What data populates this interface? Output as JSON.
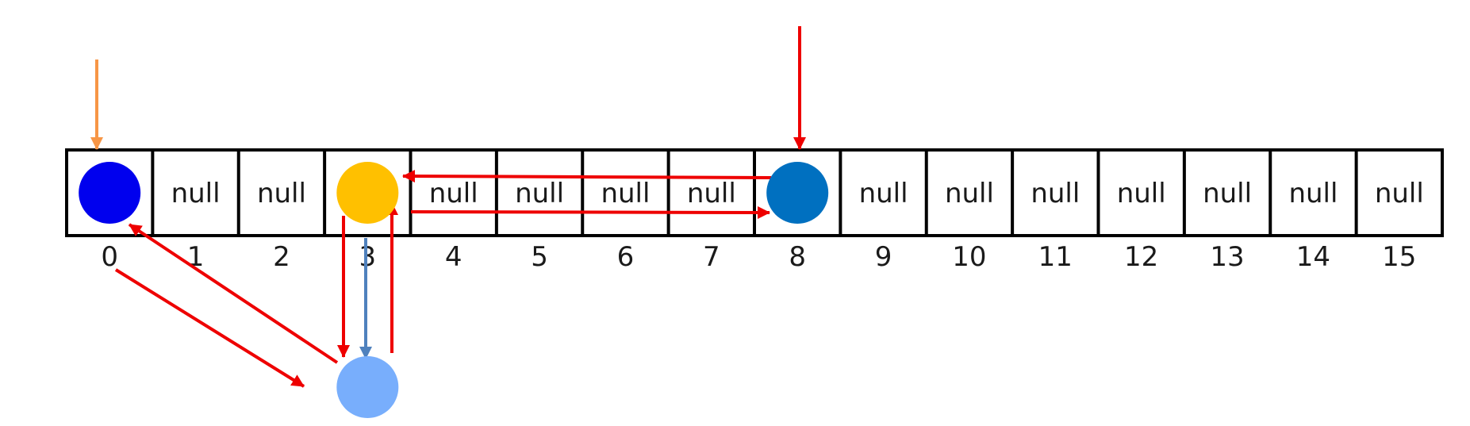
{
  "array": {
    "cells": [
      "",
      "null",
      "null",
      "",
      "null",
      "null",
      "null",
      "null",
      "",
      "null",
      "null",
      "null",
      "null",
      "null",
      "null",
      "null"
    ],
    "indices": [
      "0",
      "1",
      "2",
      "3",
      "4",
      "5",
      "6",
      "7",
      "8",
      "9",
      "10",
      "11",
      "12",
      "13",
      "14",
      "15"
    ]
  },
  "nodes": [
    {
      "name": "node-at-index-0",
      "index": 0,
      "color": "#0000ee"
    },
    {
      "name": "node-at-index-3",
      "index": 3,
      "color": "#ffc000"
    },
    {
      "name": "node-at-index-8",
      "index": 8,
      "color": "#0070c0"
    },
    {
      "name": "chained-node-below-index-3",
      "below_index": 3,
      "color": "#78aefc"
    }
  ],
  "colors": {
    "grid": "#000000",
    "arrow_red": "#ee0000",
    "arrow_orange": "#f79646",
    "arrow_blue": "#4f81bd"
  }
}
